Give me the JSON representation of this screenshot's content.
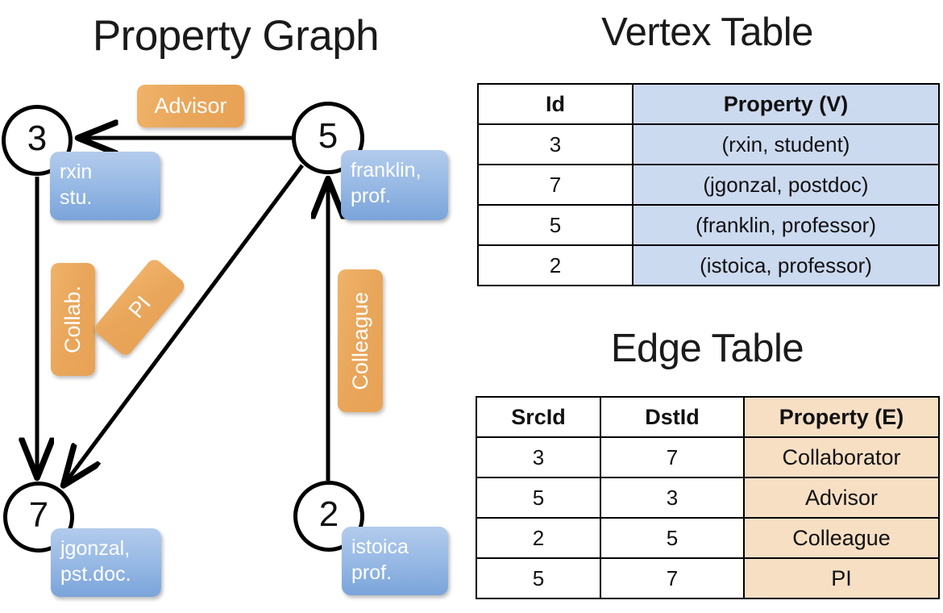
{
  "titles": {
    "property_graph": "Property Graph",
    "vertex_table": "Vertex Table",
    "edge_table": "Edge Table"
  },
  "graph": {
    "vertices": [
      {
        "id": "3",
        "property_box": "rxin\nstu."
      },
      {
        "id": "5",
        "property_box": "franklin,\nprof."
      },
      {
        "id": "7",
        "property_box": "jgonzal,\npst.doc."
      },
      {
        "id": "2",
        "property_box": "istoica\nprof."
      }
    ],
    "vertex_labels": {
      "v3": "3",
      "v5": "5",
      "v7": "7",
      "v2": "2"
    },
    "property_boxes": {
      "rxin_line1": "rxin",
      "rxin_line2": "stu.",
      "franklin_line1": "franklin,",
      "franklin_line2": "prof.",
      "jgonzal_line1": "jgonzal,",
      "jgonzal_line2": "pst.doc.",
      "istoica_line1": "istoica",
      "istoica_line2": "prof."
    },
    "edge_labels": {
      "advisor": "Advisor",
      "collab": "Collab.",
      "pi": "PI",
      "colleague": "Colleague"
    },
    "edges": [
      {
        "from": "5",
        "to": "3",
        "label": "Advisor"
      },
      {
        "from": "3",
        "to": "7",
        "label": "Collab."
      },
      {
        "from": "5",
        "to": "7",
        "label": "PI"
      },
      {
        "from": "2",
        "to": "5",
        "label": "Colleague"
      }
    ]
  },
  "vertex_table": {
    "headers": [
      "Id",
      "Property (V)"
    ],
    "rows": [
      [
        "3",
        "(rxin, student)"
      ],
      [
        "7",
        "(jgonzal, postdoc)"
      ],
      [
        "5",
        "(franklin, professor)"
      ],
      [
        "2",
        "(istoica, professor)"
      ]
    ]
  },
  "edge_table": {
    "headers": [
      "SrcId",
      "DstId",
      "Property (E)"
    ],
    "rows": [
      [
        "3",
        "7",
        "Collaborator"
      ],
      [
        "5",
        "3",
        "Advisor"
      ],
      [
        "2",
        "5",
        "Colleague"
      ],
      [
        "5",
        "7",
        "PI"
      ]
    ]
  },
  "colors": {
    "vertex_property_fill": "#ccdaf0",
    "edge_property_fill": "#f7dfc4",
    "node_box_blue": "#9dbde6",
    "edge_label_orange": "#e9a75c",
    "stroke": "#000000"
  }
}
